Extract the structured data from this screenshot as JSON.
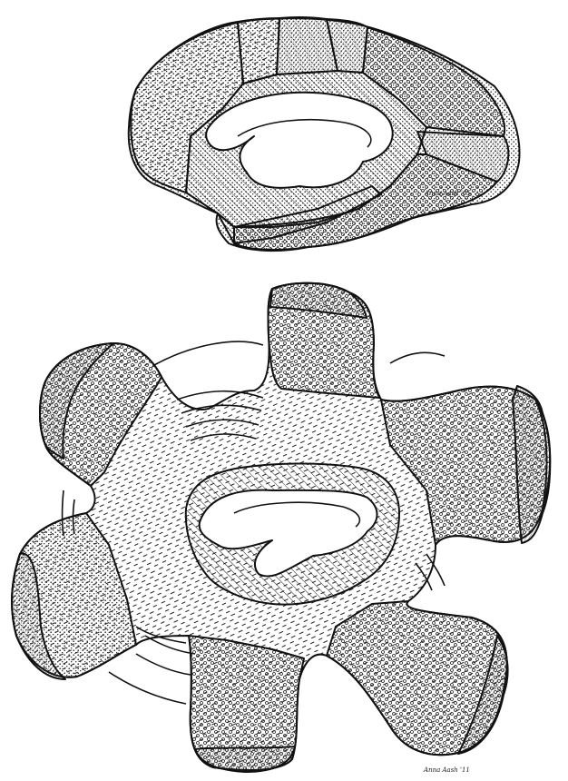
{
  "figure": {
    "top_drawing": {
      "signature": "Anna Aash '05"
    },
    "bottom_drawing": {
      "signature": "Anna Aash '11"
    }
  },
  "colors": {
    "ink": "#111111",
    "paper": "#ffffff"
  },
  "textures": [
    "dashes",
    "diagonal-hatch",
    "small-circles",
    "dense-dots",
    "fine-lines"
  ]
}
